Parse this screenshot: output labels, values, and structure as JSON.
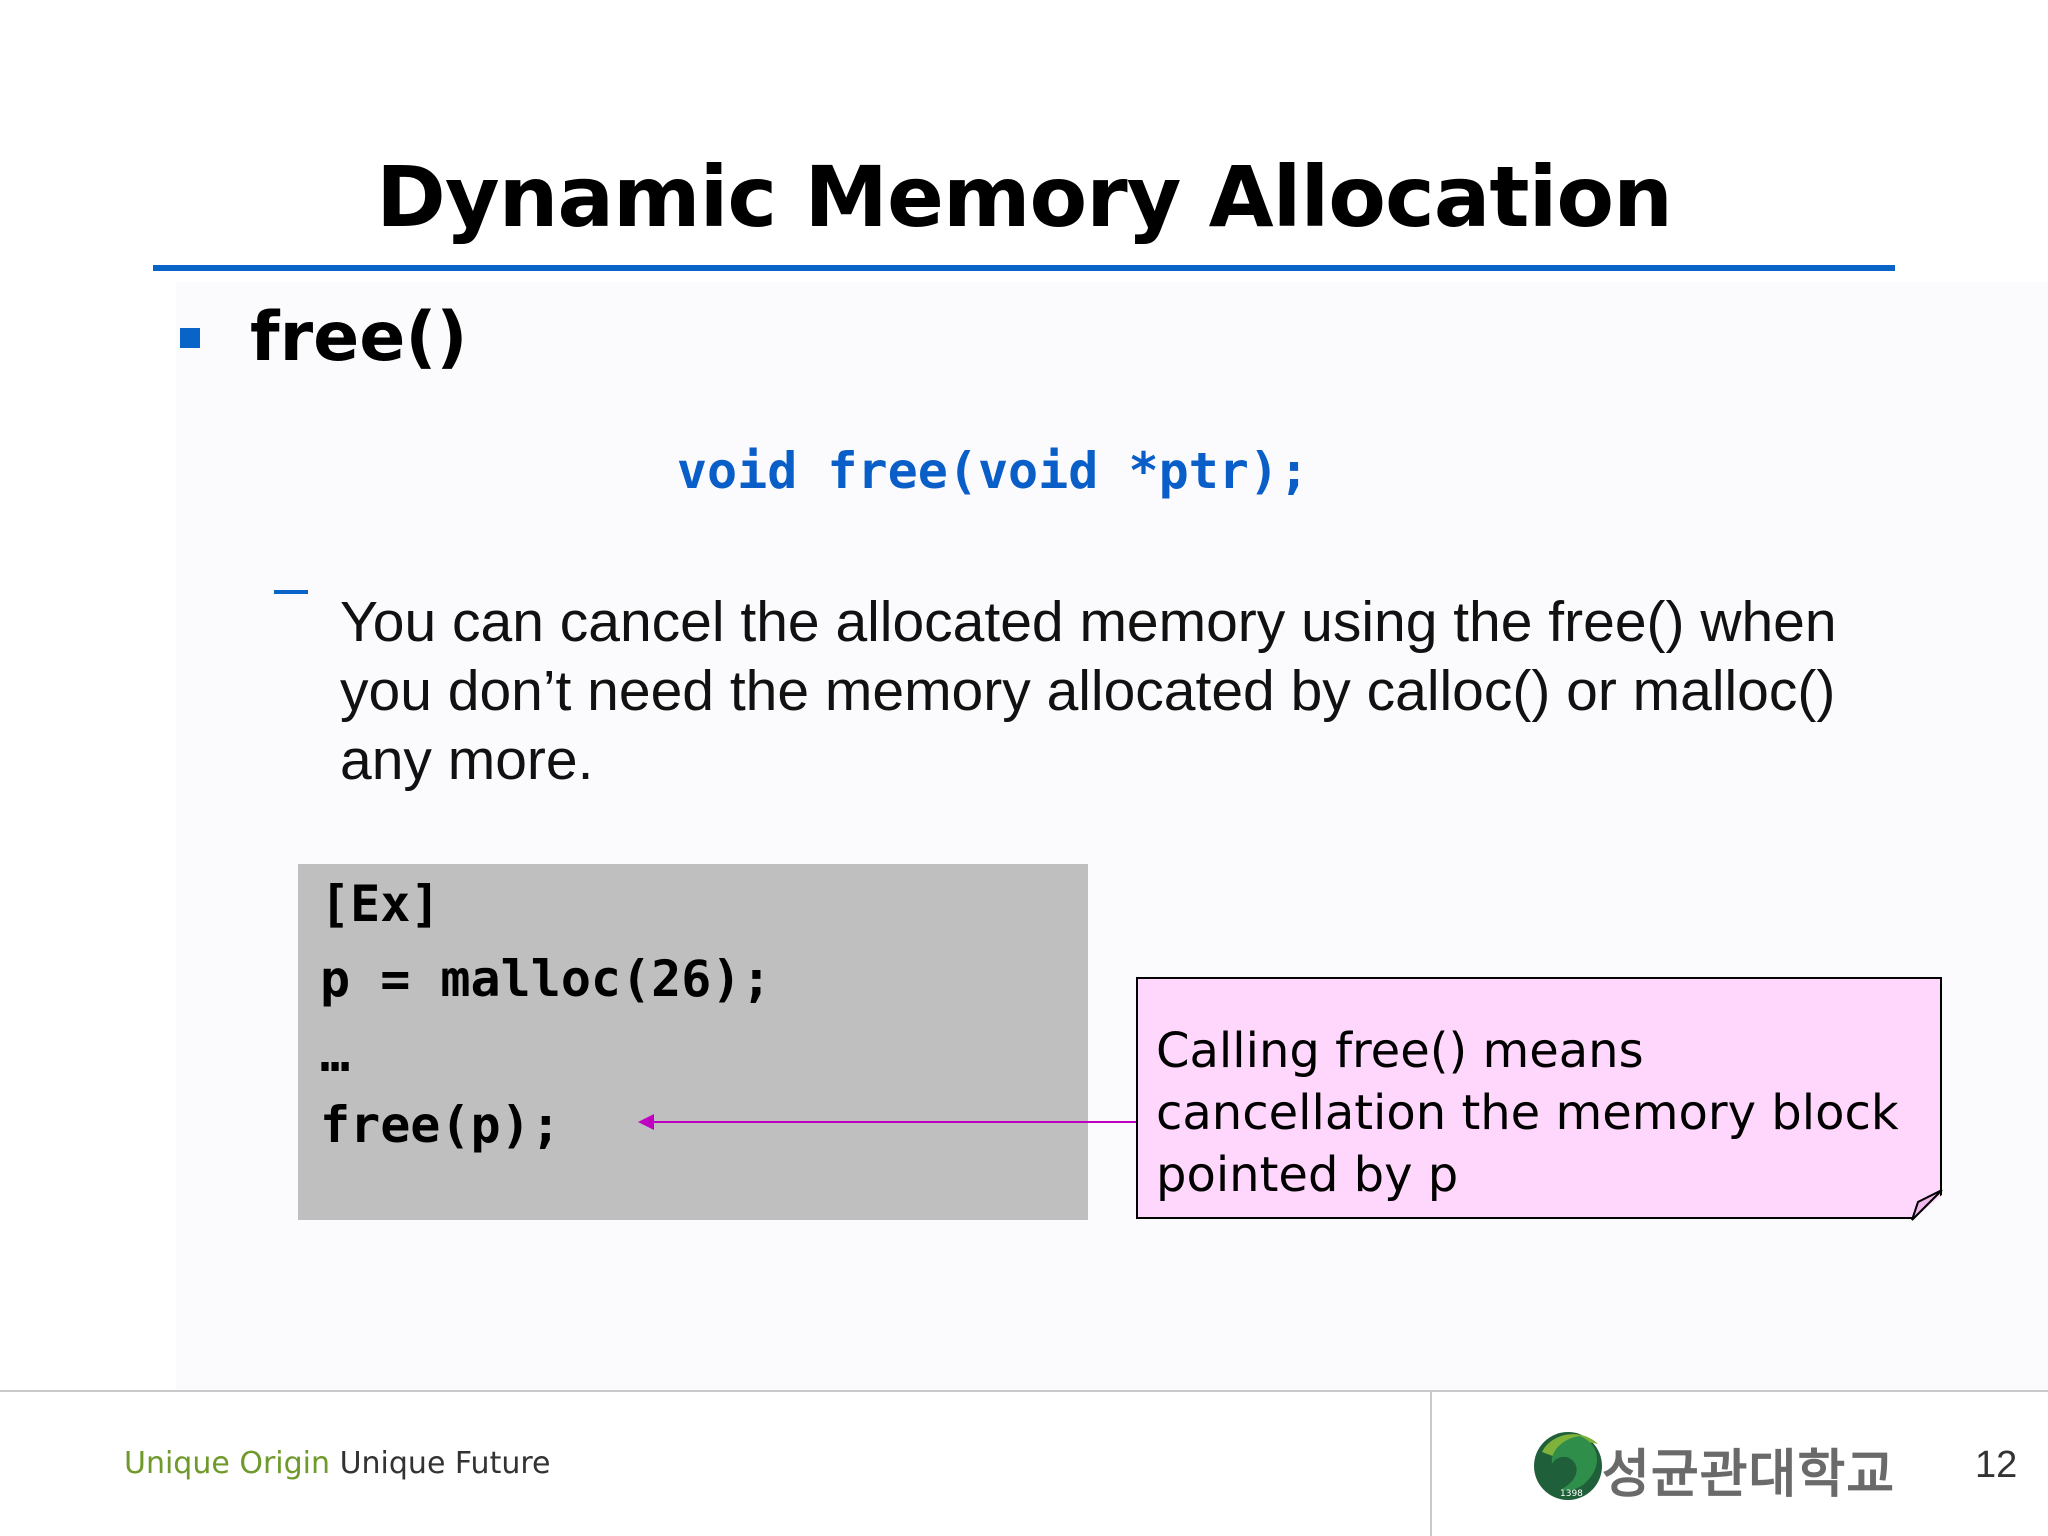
{
  "slide": {
    "title": "Dynamic Memory Allocation",
    "bullet": "free()",
    "signature": "void free(void *ptr);",
    "description": "You can cancel the allocated memory using the free() when you don’t need the memory allocated by calloc() or malloc() any more.",
    "code_lines": [
      "[Ex]",
      "p = malloc(26);",
      "…",
      "free(p);"
    ],
    "note": "Calling free() means cancellation the memory block pointed by p",
    "page_number": "12"
  },
  "footer": {
    "slogan_part1": "Unique Origin",
    "slogan_part2": "Unique Future",
    "logo_text": "성균관대학교",
    "logo_year": "1398"
  },
  "colors": {
    "accent": "#0a64c8",
    "code_bg": "#c0bfc0",
    "note_bg": "#ffd6fc",
    "arrow": "#c000c0",
    "slogan_green": "#6f9a2b"
  }
}
